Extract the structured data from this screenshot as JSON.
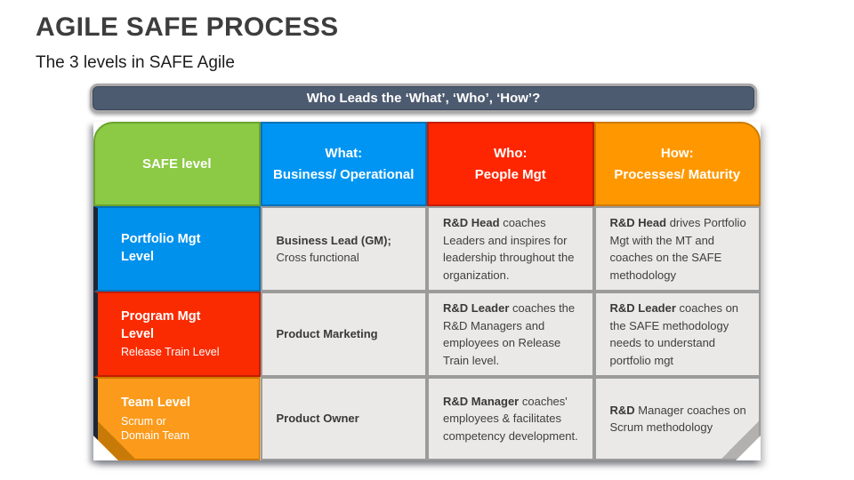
{
  "slide": {
    "title": "AGILE SAFE PROCESS",
    "subtitle": "The 3 levels in SAFE Agile"
  },
  "banner": {
    "text": "Who Leads the ‘What’, ‘Who’, ‘How’?"
  },
  "colors": {
    "green": "#8CC944",
    "blue": "#0095F2",
    "red": "#FE2600",
    "orange": "#FF9800",
    "banner": "#4D5B70",
    "cell_bg": "#EAE9E7"
  },
  "table": {
    "headers": [
      {
        "line1": "SAFE level",
        "line2": ""
      },
      {
        "line1": "What:",
        "line2": "Business/ Operational"
      },
      {
        "line1": "Who:",
        "line2": "People Mgt"
      },
      {
        "line1": "How:",
        "line2": "Processes/ Maturity"
      }
    ],
    "rows": [
      {
        "level": {
          "name": "Portfolio Mgt\nLevel",
          "sub": ""
        },
        "cells": [
          {
            "bold": "Business Lead (GM);",
            "rest": "\nCross functional"
          },
          {
            "bold": "R&D Head",
            "rest": " coaches Leaders and inspires for leadership throughout the organization."
          },
          {
            "bold": "R&D Head",
            "rest": " drives Portfolio Mgt with the MT and coaches on the SAFE methodology"
          }
        ]
      },
      {
        "level": {
          "name": "Program Mgt\nLevel",
          "sub": "Release Train Level"
        },
        "cells": [
          {
            "bold": "Product Marketing",
            "rest": ""
          },
          {
            "bold": "R&D Leader",
            "rest": " coaches the R&D Managers and employees on Release Train level."
          },
          {
            "bold": "R&D Leader",
            "rest": " coaches on the SAFE methodology needs to understand portfolio mgt"
          }
        ]
      },
      {
        "level": {
          "name": "Team Level",
          "sub": "Scrum or\nDomain Team"
        },
        "cells": [
          {
            "bold": "Product Owner",
            "rest": ""
          },
          {
            "bold": "R&D Manager",
            "rest": " coaches' employees & facilitates competency development."
          },
          {
            "bold": "R&D",
            "rest": " Manager coaches on Scrum methodology"
          }
        ]
      }
    ]
  }
}
